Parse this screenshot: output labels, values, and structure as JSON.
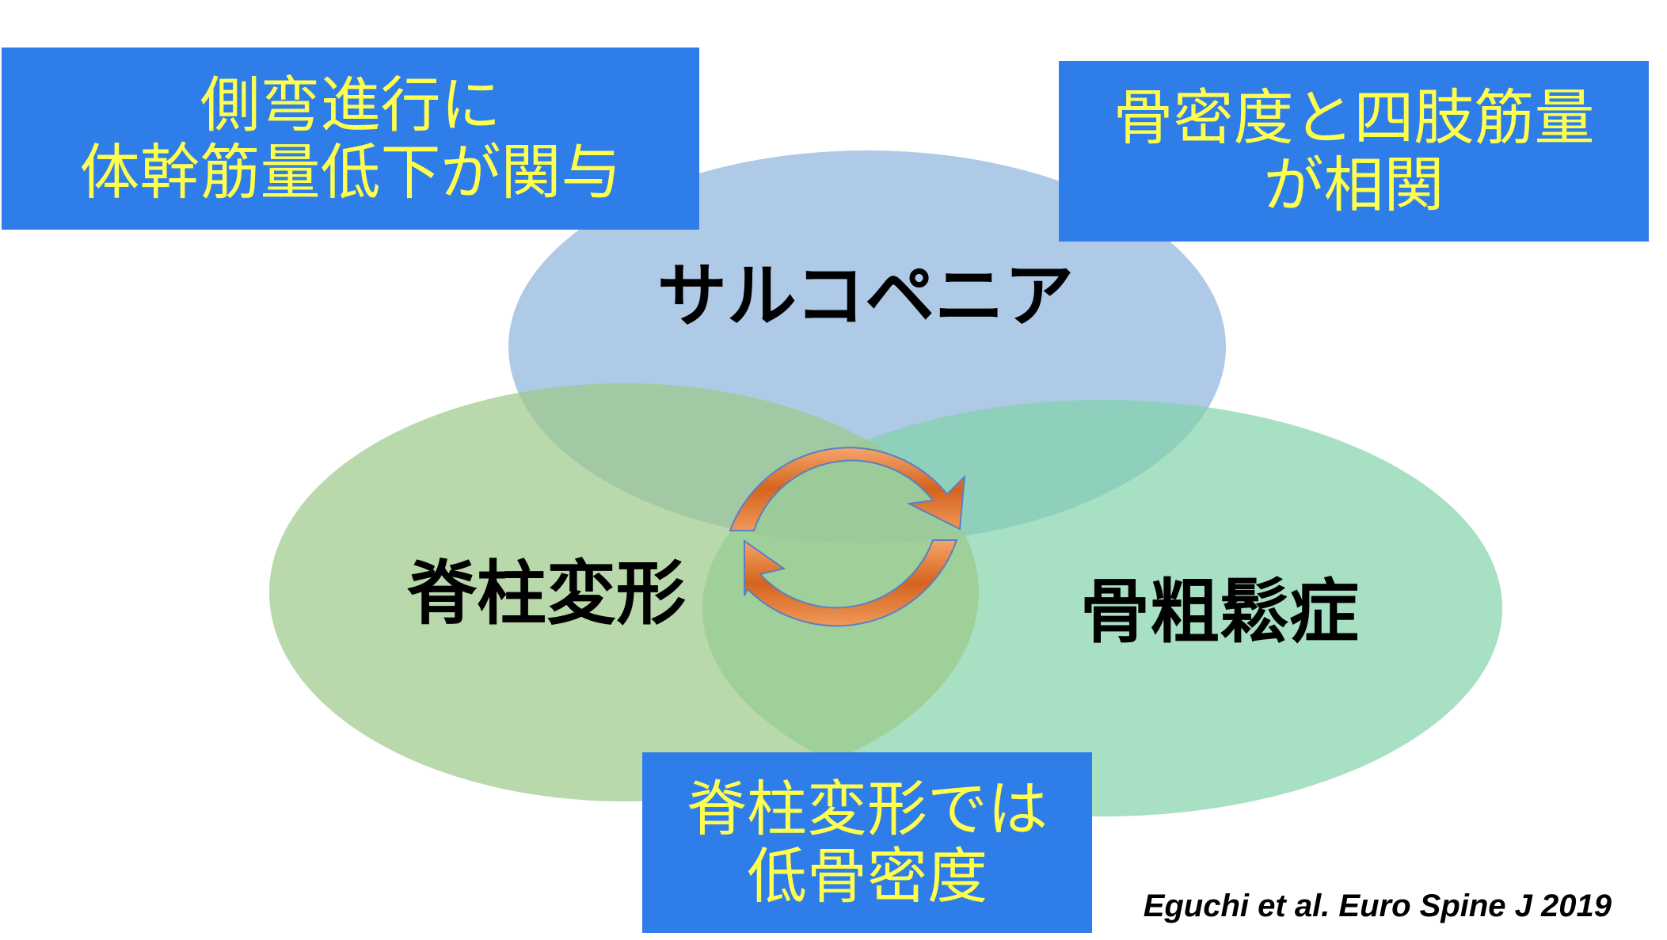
{
  "circles": {
    "sarcopenia": {
      "label": "サルコペニア",
      "color": "#8fb5de"
    },
    "spinal_deformity": {
      "label": "脊柱変形",
      "color": "#9ec98a"
    },
    "osteoporosis": {
      "label": "骨粗鬆症",
      "color": "#82d3a9"
    }
  },
  "center_arrows": {
    "icon": "cycle-arrows-icon",
    "color": "#e8762d"
  },
  "notes": {
    "top_left": {
      "lines": [
        "側弯進行に",
        "体幹筋量低下が関与"
      ]
    },
    "top_right": {
      "lines": [
        "骨密度と四肢筋量",
        "が相関"
      ]
    },
    "bottom": {
      "lines": [
        "脊柱変形では",
        "低骨密度"
      ]
    }
  },
  "note_colors": {
    "background": "#2f7de9",
    "text": "#ffff4d"
  },
  "citation": "Eguchi et al. Euro Spine J 2019"
}
